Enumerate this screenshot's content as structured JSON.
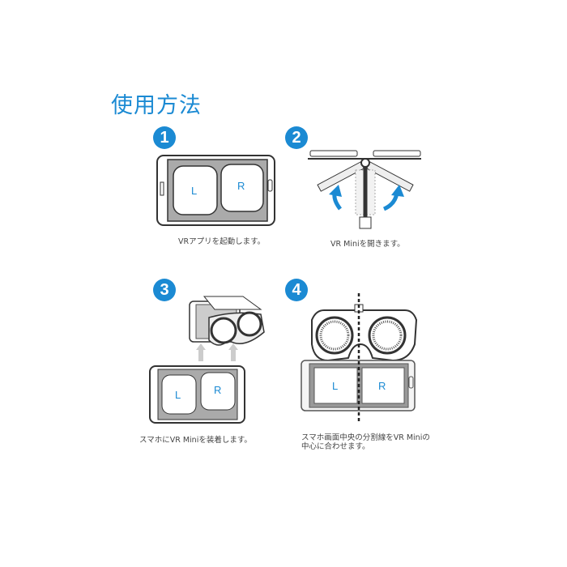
{
  "title": "使用方法",
  "steps": [
    {
      "number": "1",
      "caption": "VRアプリを起動します。",
      "screen_labels": [
        "L",
        "R"
      ]
    },
    {
      "number": "2",
      "caption": "VR Miniを開きます。"
    },
    {
      "number": "3",
      "caption": "スマホにVR Miniを装着します。",
      "screen_labels": [
        "L",
        "R"
      ]
    },
    {
      "number": "4",
      "caption_lines": [
        "スマホ画面中央の分割線をVR Miniの",
        "中心に合わせます。"
      ],
      "screen_labels": [
        "L",
        "R"
      ]
    }
  ],
  "colors": {
    "accent": "#1b8ad3"
  }
}
